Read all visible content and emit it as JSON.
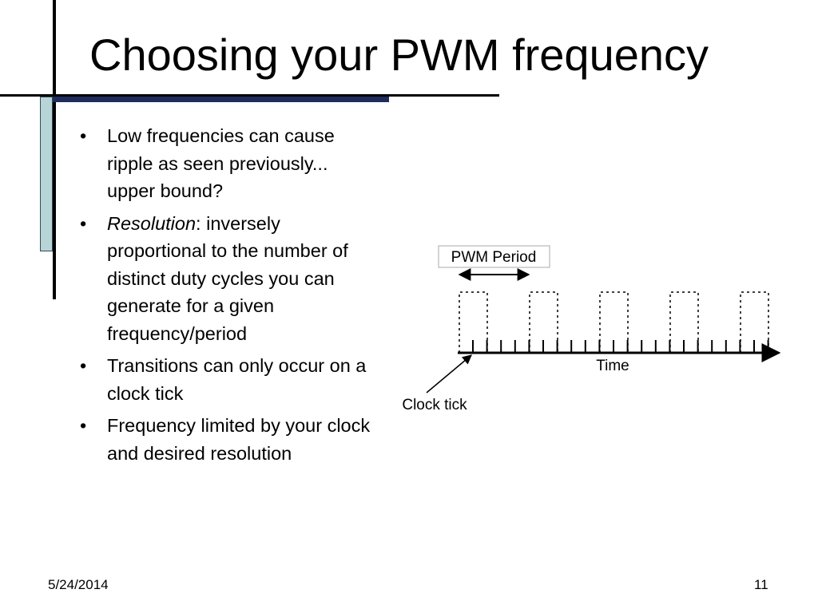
{
  "slide": {
    "title": "Choosing your PWM frequency",
    "bullet_glyph": "•",
    "bullets": [
      {
        "text": "Low frequencies can cause ripple as seen previously... upper bound?"
      },
      {
        "emphasis": "Resolution",
        "text": ": inversely proportional to the number of distinct duty cycles you can generate for a given frequency/period"
      },
      {
        "text": "Transitions can only occur on a clock tick"
      },
      {
        "text": "Frequency limited by your clock and desired resolution"
      }
    ],
    "diagram": {
      "period_label": "PWM Period",
      "axis_label": "Time",
      "clock_label": "Clock tick"
    },
    "footer": {
      "date": "5/24/2014",
      "page": "11"
    }
  }
}
